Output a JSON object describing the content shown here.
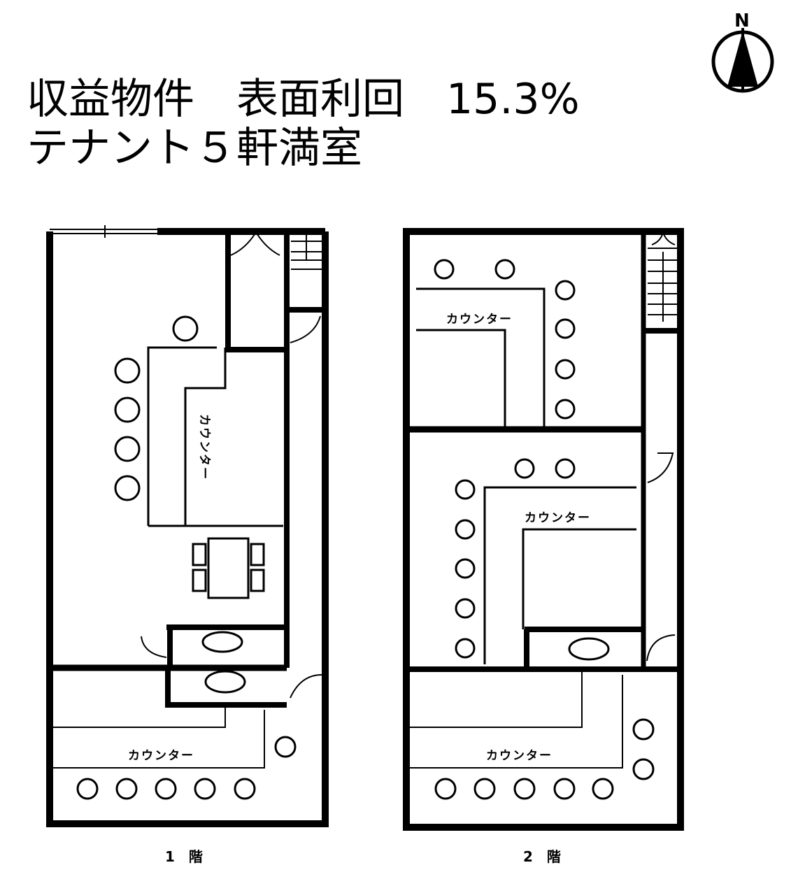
{
  "header": {
    "line1": "収益物件　表面利回　15.3%",
    "line2": "テナント５軒満室"
  },
  "compass": {
    "label": "N"
  },
  "floors": [
    {
      "name": "1　階",
      "counter_labels": [
        "カウンター",
        "カウンター"
      ]
    },
    {
      "name": "2　階",
      "counter_labels": [
        "カウンター",
        "カウンター",
        "カウンター"
      ]
    }
  ],
  "colors": {
    "ink": "#000000",
    "paper": "#ffffff"
  }
}
